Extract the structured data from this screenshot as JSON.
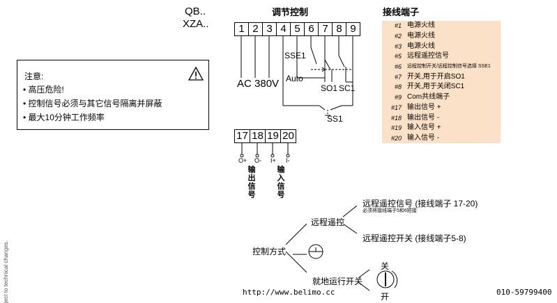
{
  "models": [
    "QB..",
    "XZA.."
  ],
  "section_titles": {
    "control": "调节控制",
    "wiring": "接线端子"
  },
  "warning": {
    "heading": "注意:",
    "items": [
      "高压危险!",
      "控制信号必须与其它信号隔离并屏蔽",
      "最大10分钟工作频率"
    ],
    "icon": "warning-triangle-icon"
  },
  "terminals_top": [
    "1",
    "2",
    "3",
    "4",
    "5",
    "6",
    "7",
    "8",
    "9"
  ],
  "terminals_bottom": [
    "17",
    "18",
    "19",
    "20"
  ],
  "diagram_labels": {
    "ac": "AC 380V",
    "sse1": "SSE1",
    "auto": "Auto",
    "so1": "SO1",
    "sc1": "SC1",
    "ss1": "SS1",
    "o_plus": "O+",
    "o_minus": "O-",
    "i_plus": "I+",
    "i_minus": "I-",
    "output_signal": "输出信号",
    "input_signal": "输入信号"
  },
  "terminal_list": [
    {
      "num": "#1",
      "desc": "电源火线"
    },
    {
      "num": "#2",
      "desc": "电源火线"
    },
    {
      "num": "#3",
      "desc": "电源火线"
    },
    {
      "num": "#5",
      "desc": "远程遥控信号"
    },
    {
      "num": "#6",
      "desc": "远程控制开关/远程控制信号选择 SSE1"
    },
    {
      "num": "#7",
      "desc": "开关,用于开启SO1"
    },
    {
      "num": "#8",
      "desc": "开关,用于关闭SC1"
    },
    {
      "num": "#9",
      "desc": "Com共线端子"
    },
    {
      "num": "#17",
      "desc": "输出信号 +"
    },
    {
      "num": "#18",
      "desc": "输出信号 -"
    },
    {
      "num": "#19",
      "desc": "输入信号 +"
    },
    {
      "num": "#20",
      "desc": "输入信号 -"
    }
  ],
  "control_tree": {
    "root": "控制方式",
    "remote": "远程遥控",
    "remote_signal": "远程遥控信号 (接线端子 17-20)",
    "remote_signal_note": "必须将接线端子5和6短接",
    "remote_switch": "远程遥控开关 (接线端子5-8)",
    "local": "就地运行开关",
    "close": "关",
    "open": "开"
  },
  "footer": {
    "url": "http://www.belimo.cc",
    "phone": "010-59799400"
  },
  "side_note": "ject to technical changes.",
  "colors": {
    "table_bg": "#fbe1c7"
  }
}
